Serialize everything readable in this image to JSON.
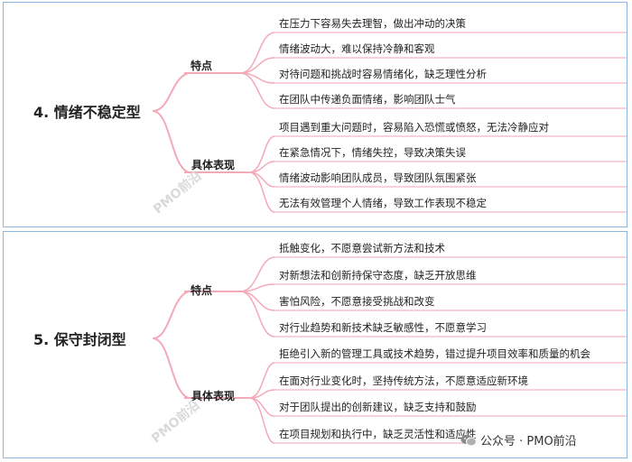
{
  "sections": [
    {
      "title": "4. 情绪不稳定型",
      "categories": [
        {
          "label": "特点",
          "items": [
            "在压力下容易失去理智，做出冲动的决策",
            "情绪波动大，难以保持冷静和客观",
            "对待问题和挑战时容易情绪化，缺乏理性分析",
            "在团队中传递负面情绪，影响团队士气"
          ]
        },
        {
          "label": "具体表现",
          "items": [
            "项目遇到重大问题时，容易陷入恐慌或愤怒，无法冷静应对",
            "在紧急情况下，情绪失控，导致决策失误",
            "情绪波动影响团队成员，导致团队氛围紧张",
            "无法有效管理个人情绪，导致工作表现不稳定"
          ]
        }
      ]
    },
    {
      "title": "5. 保守封闭型",
      "categories": [
        {
          "label": "特点",
          "items": [
            "抵触变化，不愿意尝试新方法和技术",
            "对新想法和创新持保守态度，缺乏开放思维",
            "害怕风险，不愿意接受挑战和改变",
            "对行业趋势和新技术缺乏敏感性，不愿意学习"
          ]
        },
        {
          "label": "具体表现",
          "items": [
            "拒绝引入新的管理工具或技术趋势，错过提升项目效率和质量的机会",
            "在面对行业变化时，坚持传统方法，不愿意适应新环境",
            "对于团队提出的创新建议，缺乏支持和鼓励",
            "在项目规划和执行中，缺乏灵活性和适应性"
          ]
        }
      ]
    }
  ],
  "watermark": "PMO前沿",
  "footer": {
    "text": "公众号 · PMO前沿"
  },
  "colors": {
    "branch": "#f4a9b8",
    "underline": "#f4b8c4",
    "border": "#8bb7df"
  }
}
